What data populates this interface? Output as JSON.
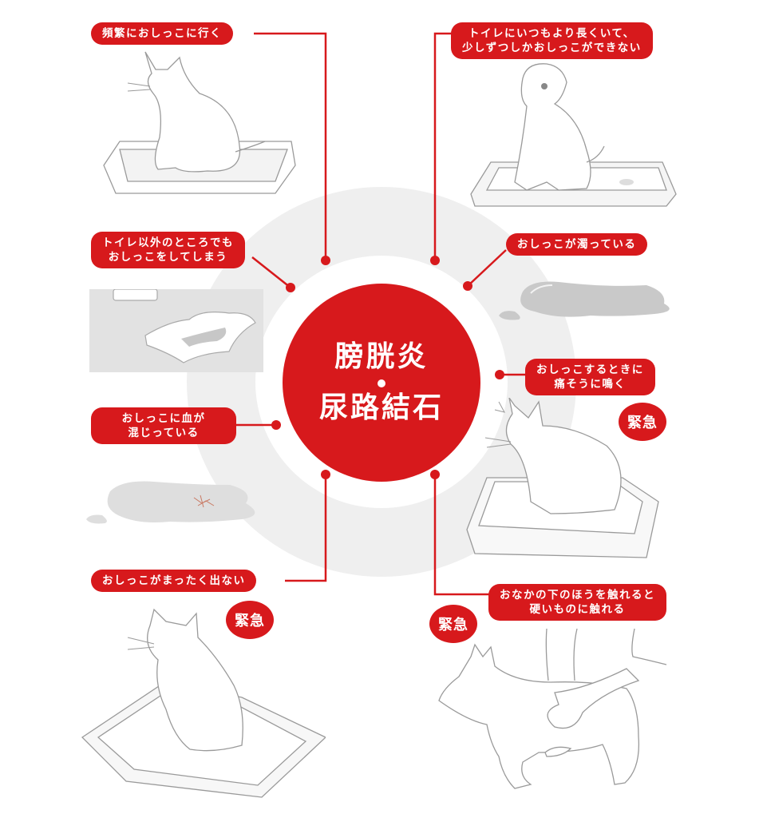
{
  "title": {
    "line1": "膀胱炎",
    "separator": "・",
    "line2": "尿路結石"
  },
  "colors": {
    "accent": "#d7191c",
    "ring_gray": "#efefef",
    "line_art": "#9a9a9a",
    "background": "#ffffff"
  },
  "symptoms": [
    {
      "id": "frequent",
      "text": "頻繁におしっこに行く",
      "urgent": false,
      "illustration": "cat-in-litter-box"
    },
    {
      "id": "long-stay",
      "line1": "トイレにいつもより長くいて、",
      "line2": "少しずつしかおしっこができない",
      "urgent": false,
      "illustration": "dog-on-pee-tray"
    },
    {
      "id": "outside-toilet",
      "line1": "トイレ以外のところでも",
      "line2": "おしっこをしてしまう",
      "urgent": false,
      "illustration": "soiled-towel-on-floor"
    },
    {
      "id": "cloudy",
      "text": "おしっこが濁っている",
      "urgent": false,
      "illustration": "cloudy-urine-puddle"
    },
    {
      "id": "pain-cry",
      "line1": "おしっこするときに",
      "line2": "痛そうに鳴く",
      "urgent": true,
      "illustration": "cat-crying-in-litter-box"
    },
    {
      "id": "blood",
      "line1": "おしっこに血が",
      "line2": "混じっている",
      "urgent": false,
      "illustration": "bloody-urine-puddle"
    },
    {
      "id": "no-urine",
      "text": "おしっこがまったく出ない",
      "urgent": true,
      "illustration": "cat-straining-in-litter-box"
    },
    {
      "id": "hard-belly",
      "line1": "おなかの下のほうを触れると",
      "line2": "硬いものに触れる",
      "urgent": true,
      "illustration": "person-palpating-dog-belly"
    }
  ],
  "urgent_badge": "緊急"
}
